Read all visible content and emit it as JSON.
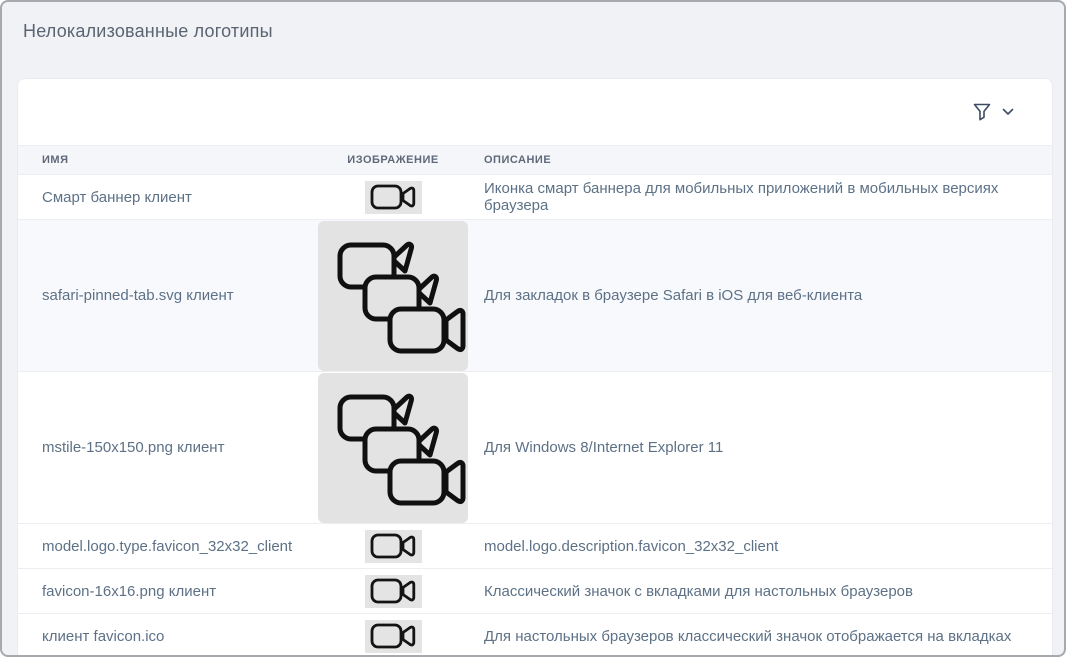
{
  "page": {
    "title": "Нелокализованные логотипы"
  },
  "toolbar": {
    "filter_icon": "funnel-icon",
    "expand_icon": "chevron-down-icon"
  },
  "table": {
    "columns": [
      {
        "key": "name",
        "label": "ИМЯ"
      },
      {
        "key": "image",
        "label": "ИЗОБРАЖЕНИЕ"
      },
      {
        "key": "description",
        "label": "ОПИСАНИЕ"
      }
    ],
    "rows": [
      {
        "name": "Смарт баннер клиент",
        "image_icon": "video-camera-icon",
        "image_size": "small",
        "description": "Иконка смарт баннера для мобильных приложений в мобильных версиях браузера",
        "highlighted": false
      },
      {
        "name": "safari-pinned-tab.svg клиент",
        "image_icon": "video-cameras-stack-icon",
        "image_size": "large",
        "description": "Для закладок в браузере Safari в iOS для веб-клиента",
        "highlighted": true
      },
      {
        "name": "mstile-150x150.png клиент",
        "image_icon": "video-cameras-stack-icon",
        "image_size": "large",
        "description": "Для Windows 8/Internet Explorer 11",
        "highlighted": false
      },
      {
        "name": "model.logo.type.favicon_32x32_client",
        "image_icon": "video-camera-icon",
        "image_size": "small",
        "description": "model.logo.description.favicon_32x32_client",
        "highlighted": false
      },
      {
        "name": "favicon-16x16.png клиент",
        "image_icon": "video-camera-icon",
        "image_size": "small",
        "description": "Классический значок с вкладками для настольных браузеров",
        "highlighted": false
      },
      {
        "name": "клиент favicon.ico",
        "image_icon": "video-camera-icon",
        "image_size": "small",
        "description": "Для настольных браузеров классический значок отображается на вкладках",
        "highlighted": false
      }
    ]
  },
  "colors": {
    "page_background": "#f1f2f6",
    "card_background": "#ffffff",
    "header_row_background": "#f5f6f9",
    "highlight_row_background": "#f8f9fd",
    "divider": "#eceef2",
    "title_text": "#5a6472",
    "header_text": "#5f6979",
    "cell_text": "#5d7186",
    "icon_accent": "#3e4c63",
    "image_placeholder_background": "#e4e4e4",
    "frame_border": "#a6a9ae"
  }
}
